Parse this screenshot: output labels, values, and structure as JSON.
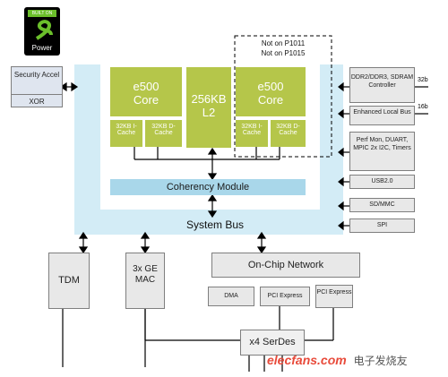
{
  "logo": {
    "badge": "BUILT ON",
    "brand": "Power"
  },
  "left": {
    "security": "Security Accel",
    "xor": "XOR"
  },
  "cores": {
    "core1": {
      "title": "e500",
      "subtitle": "Core",
      "icache": "32KB I-Cache",
      "dcache": "32KB D-Cache"
    },
    "l2": {
      "title": "256KB",
      "subtitle": "L2"
    },
    "core2": {
      "note1": "Not on P1011",
      "note2": "Not on P1015",
      "title": "e500",
      "subtitle": "Core",
      "icache": "32KB I-Cache",
      "dcache": "32KB D-Cache"
    }
  },
  "coherency": "Coherency Module",
  "system_bus": "System Bus",
  "right": {
    "ddr": "DDR2/DDR3, SDRAM Controller",
    "ddr_width": "32b",
    "elbc": "Enhanced Local Bus",
    "elbc_width": "16b",
    "perf": "Perf Mon, DUART, MPIC 2x I2C, Timers",
    "usb": "USB2.0",
    "sdmmc": "SD/MMC",
    "spi": "SPI"
  },
  "bottom": {
    "tdm": "TDM",
    "ge": "3x GE MAC",
    "ocn": "On-Chip Network",
    "dma": "DMA",
    "pcie1": "PCI Express",
    "pcie2": "PCI Express",
    "serdes": "x4 SerDes"
  },
  "watermark": {
    "site": "elecfans.com",
    "cn": "电子发烧友"
  }
}
